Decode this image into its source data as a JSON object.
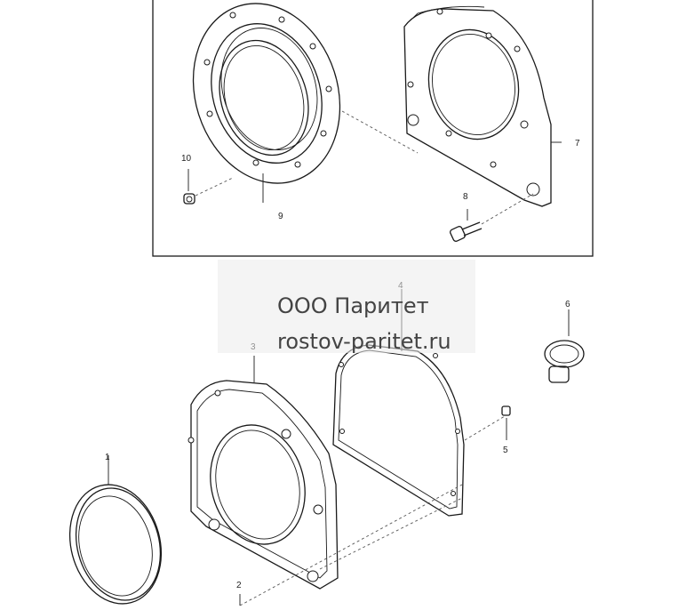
{
  "watermark": {
    "line1": "ООО Паритет",
    "line2": "rostov-paritet.ru"
  },
  "callouts": {
    "c1": "1",
    "c2": "2",
    "c3": "3",
    "c4": "4",
    "c5": "5",
    "c6": "6",
    "c7": "7",
    "c8": "8",
    "c9": "9",
    "c10": "10"
  }
}
